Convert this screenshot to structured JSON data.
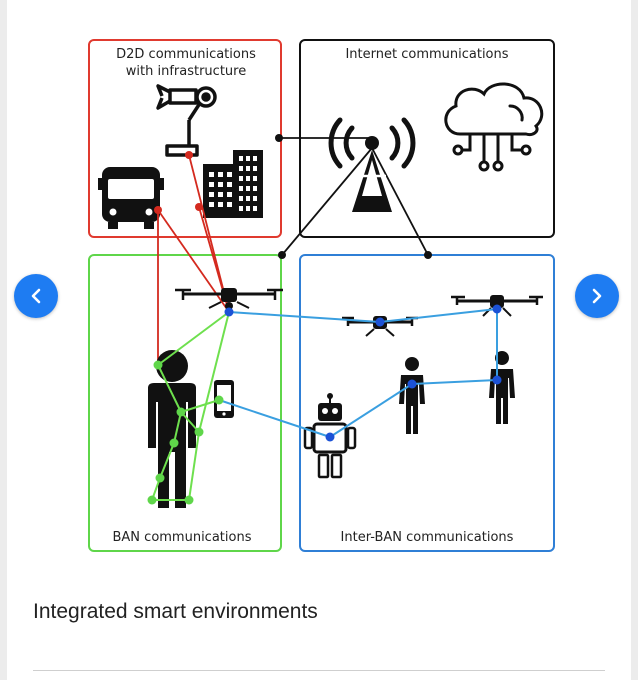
{
  "diagram": {
    "boxes": {
      "d2d": "D2D communications\nwith infrastructure",
      "d2d_line1": "D2D communications",
      "d2d_line2": "with infrastructure",
      "internet": "Internet communications",
      "ban": "BAN communications",
      "inter_ban": "Inter-BAN communications"
    },
    "colors": {
      "d2d": "#e03a2f",
      "internet": "#111111",
      "ban": "#5fd64a",
      "inter_ban": "#2f7fd6",
      "link_blue": "#3a9fe0",
      "node_blue": "#1c52d6"
    },
    "icons": [
      "robot-arm-icon",
      "bus-icon",
      "buildings-icon",
      "cell-tower-icon",
      "cloud-network-icon",
      "drone-icon",
      "person-icon",
      "phone-icon",
      "robot-icon"
    ]
  },
  "caption": "Integrated smart environments",
  "nav": {
    "prev_icon": "chevron-left-icon",
    "next_icon": "chevron-right-icon"
  }
}
